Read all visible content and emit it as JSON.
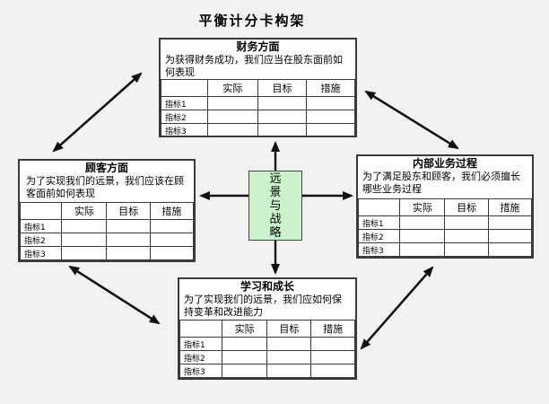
{
  "page_title": "平衡计分卡构架",
  "panels": {
    "financial": {
      "title": "财务方面",
      "description": "为获得财务成功，我们应当在股东面前如何表现"
    },
    "customer": {
      "title": "顾客方面",
      "description": "为了实现我们的远景，我们应该在顾客面前如何表现"
    },
    "internal": {
      "title": "内部业务过程",
      "description": "为了满足股东和顾客，我们必须擅长哪些业务过程"
    },
    "learning": {
      "title": "学习和成长",
      "description": "为了实现我们的远景，我们应如何保持变革和改进能力"
    }
  },
  "metrics_table": {
    "headers": [
      "实际",
      "目标",
      "措施"
    ],
    "row_labels": [
      "指标1",
      "指标2",
      "指标3"
    ]
  },
  "center_box": {
    "label": "远景与战略"
  },
  "colors": {
    "background": "#f2f2f2",
    "panel_background": "#ffffff",
    "border": "#3a3a3a",
    "center_fill": "#ccf2cc",
    "arrow": "#111111"
  }
}
